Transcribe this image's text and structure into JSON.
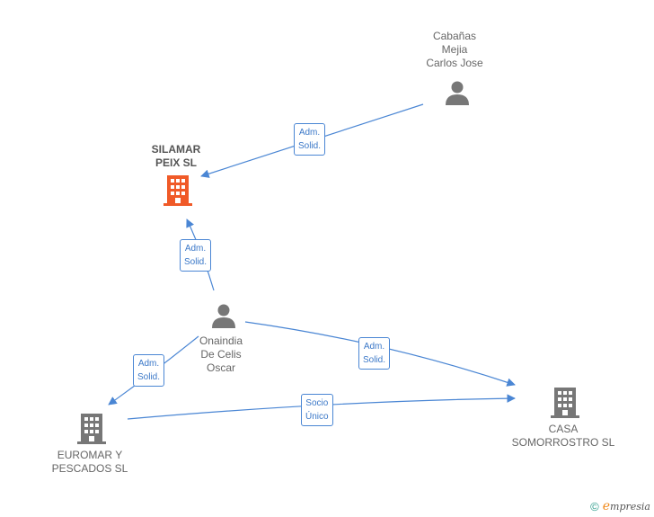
{
  "nodes": {
    "cabanas": {
      "lines": [
        "Cabañas",
        "Mejia",
        "Carlos Jose"
      ],
      "kind": "person"
    },
    "silamar": {
      "lines": [
        "SILAMAR",
        "PEIX  SL"
      ],
      "kind": "company",
      "highlight": true
    },
    "onaindia": {
      "lines": [
        "Onaindia",
        "De Celis",
        "Oscar"
      ],
      "kind": "person"
    },
    "euromar": {
      "lines": [
        "EUROMAR Y",
        "PESCADOS  SL"
      ],
      "kind": "company"
    },
    "casa": {
      "lines": [
        "CASA",
        "SOMORROSTRO SL"
      ],
      "kind": "company"
    }
  },
  "edges": {
    "e1": {
      "lines": [
        "Adm.",
        "Solid."
      ]
    },
    "e2": {
      "lines": [
        "Adm.",
        "Solid."
      ]
    },
    "e3": {
      "lines": [
        "Adm.",
        "Solid."
      ]
    },
    "e4": {
      "lines": [
        "Adm.",
        "Solid."
      ]
    },
    "e5": {
      "lines": [
        "Socio",
        "Único"
      ]
    }
  },
  "colors": {
    "edge": "#4a86d4",
    "icon": "#777777",
    "highlight_icon": "#f05a28"
  },
  "brand": {
    "copyright": "©",
    "initial": "e",
    "name": "mpresia"
  }
}
